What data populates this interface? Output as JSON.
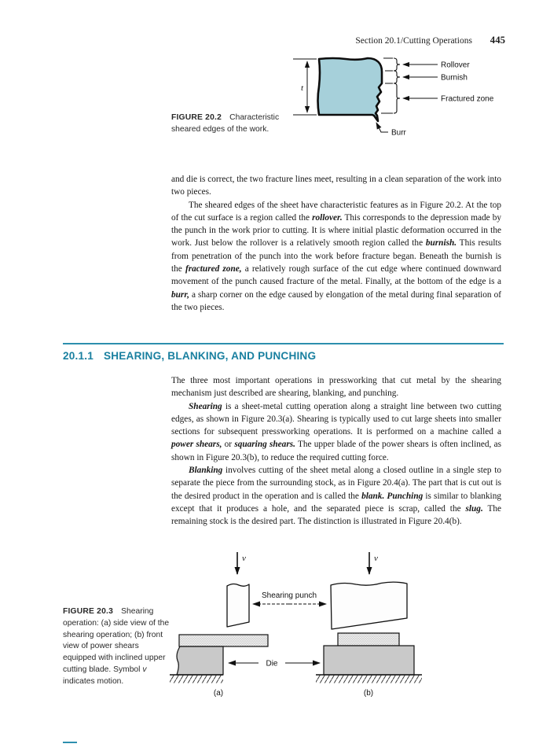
{
  "header": {
    "section": "Section 20.1/Cutting Operations",
    "page": "445"
  },
  "colors": {
    "accent_teal": "#1a80a0",
    "rule_teal": "#2d8fae",
    "work_fill": "#a6d0da",
    "die_gray": "#c9c9c9"
  },
  "figure2": {
    "caption_runs": [
      {
        "t": "FIGURE 20.2",
        "s": "b"
      },
      {
        "t": " Characteristic sheared edges of the work."
      }
    ],
    "labels": {
      "t": "t",
      "rollover": "Rollover",
      "burnish": "Burnish",
      "fractured": "Fractured zone",
      "burr": "Burr"
    },
    "fill": "#a6d0da"
  },
  "body1": {
    "p1_runs": [
      {
        "t": "and die is correct, the two fracture lines meet, resulting in a clean separation of the work into two pieces."
      }
    ],
    "p2_runs": [
      {
        "t": "The sheared edges of the sheet have characteristic features as in Figure 20.2. At the top of the cut surface is a region called the "
      },
      {
        "t": "rollover.",
        "s": "bi"
      },
      {
        "t": " This corresponds to the depression made by the punch in the work prior to cutting. It is where initial plastic deformation occurred in the work. Just below the rollover is a relatively smooth region called the "
      },
      {
        "t": "burnish.",
        "s": "bi"
      },
      {
        "t": " This results from penetration of the punch into the work before fracture began. Beneath the burnish is the "
      },
      {
        "t": "fractured zone,",
        "s": "bi"
      },
      {
        "t": " a relatively rough surface of the cut edge where continued downward movement of the punch caused fracture of the metal. Finally, at the bottom of the edge is a "
      },
      {
        "t": "burr,",
        "s": "bi"
      },
      {
        "t": " a sharp corner on the edge caused by elongation of the metal during final separation of the two pieces."
      }
    ]
  },
  "section": {
    "number": "20.1.1",
    "title": "SHEARING, BLANKING, AND PUNCHING"
  },
  "body2": {
    "p1_runs": [
      {
        "t": "The three most important operations in pressworking that cut metal by the shearing mechanism just described are shearing, blanking, and punching."
      }
    ],
    "p2_runs": [
      {
        "t": "Shearing",
        "s": "bi"
      },
      {
        "t": " is a sheet-metal cutting operation along a straight line between two cutting edges, as shown in Figure 20.3(a). Shearing is typically used to cut large sheets into smaller sections for subsequent pressworking operations. It is performed on a machine called a "
      },
      {
        "t": "power shears,",
        "s": "bi"
      },
      {
        "t": " or "
      },
      {
        "t": "squaring shears.",
        "s": "bi"
      },
      {
        "t": " The upper blade of the power shears is often inclined, as shown in Figure 20.3(b), to reduce the required cutting force."
      }
    ],
    "p3_runs": [
      {
        "t": "Blanking",
        "s": "bi"
      },
      {
        "t": " involves cutting of the sheet metal along a closed outline in a single step to separate the piece from the surrounding stock, as in Figure 20.4(a). The part that is cut out is the desired product in the operation and is called the "
      },
      {
        "t": "blank. Punching",
        "s": "bi"
      },
      {
        "t": " is similar to blanking except that it produces a hole, and the separated piece is scrap, called the "
      },
      {
        "t": "slug.",
        "s": "bi"
      },
      {
        "t": " The remaining stock is the desired part. The distinction is illustrated in Figure 20.4(b)."
      }
    ]
  },
  "figure3": {
    "caption_runs": [
      {
        "t": "FIGURE 20.3",
        "s": "b"
      },
      {
        "t": " Shearing operation: (a) side view of the shearing operation; (b) front view of power shears equipped with inclined upper cutting blade. Symbol "
      },
      {
        "t": "v",
        "s": "i"
      },
      {
        "t": " indicates motion."
      }
    ],
    "labels": {
      "v": "v",
      "shearing_punch": "Shearing punch",
      "die": "Die",
      "a": "(a)",
      "b": "(b)"
    }
  }
}
